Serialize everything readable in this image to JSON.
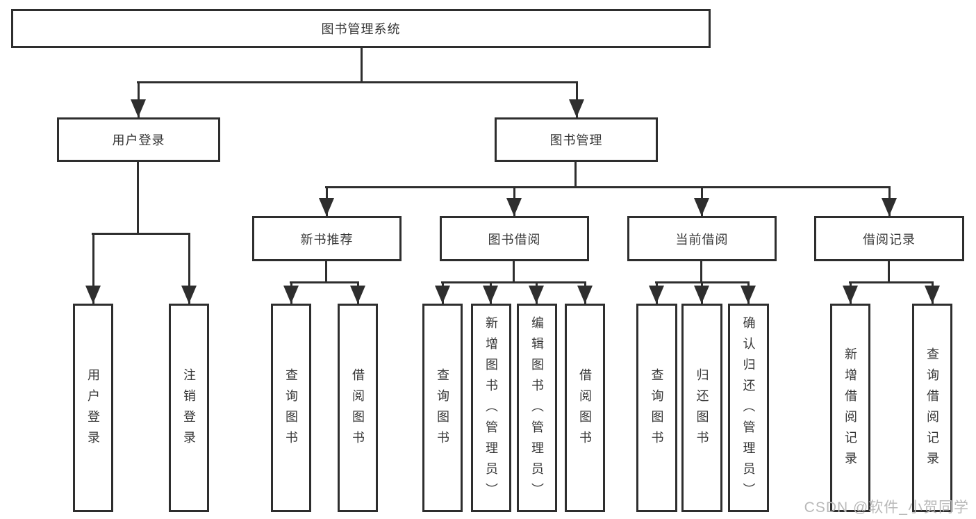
{
  "diagram": {
    "title": "图书管理系统",
    "type": "hierarchy-tree",
    "colors": {
      "line": "#2e2e2e",
      "box_border": "#2e2e2e",
      "text": "#373737",
      "watermark": "#b9b9b9",
      "background": "#ffffff"
    },
    "nodes": {
      "root": {
        "label": "图书管理系统"
      },
      "user_login": {
        "label": "用户登录"
      },
      "book_mgmt": {
        "label": "图书管理"
      },
      "login_leaf": {
        "label": "用户登录"
      },
      "logout_leaf": {
        "label": "注销登录"
      },
      "new_books": {
        "label": "新书推荐"
      },
      "book_borrow": {
        "label": "图书借阅"
      },
      "current_borrow": {
        "label": "当前借阅"
      },
      "borrow_records": {
        "label": "借阅记录"
      },
      "nb_query": {
        "label": "查询图书"
      },
      "nb_borrow": {
        "label": "借阅图书"
      },
      "bb_query": {
        "label": "查询图书"
      },
      "bb_add": {
        "label": "新增图书（管理员）"
      },
      "bb_edit": {
        "label": "编辑图书（管理员）"
      },
      "bb_borrow": {
        "label": "借阅图书"
      },
      "cb_query": {
        "label": "查询图书"
      },
      "cb_return": {
        "label": "归还图书"
      },
      "cb_confirm": {
        "label": "确认归还（管理员）"
      },
      "br_add": {
        "label": "新增借阅记录"
      },
      "br_query": {
        "label": "查询借阅记录"
      }
    },
    "hierarchy": {
      "图书管理系统": {
        "用户登录": [
          "用户登录",
          "注销登录"
        ],
        "图书管理": {
          "新书推荐": [
            "查询图书",
            "借阅图书"
          ],
          "图书借阅": [
            "查询图书",
            "新增图书（管理员）",
            "编辑图书（管理员）",
            "借阅图书"
          ],
          "当前借阅": [
            "查询图书",
            "归还图书",
            "确认归还（管理员）"
          ],
          "借阅记录": [
            "新增借阅记录",
            "查询借阅记录"
          ]
        }
      }
    },
    "watermark": {
      "text": "CSDN @软件_小贺同学"
    }
  }
}
